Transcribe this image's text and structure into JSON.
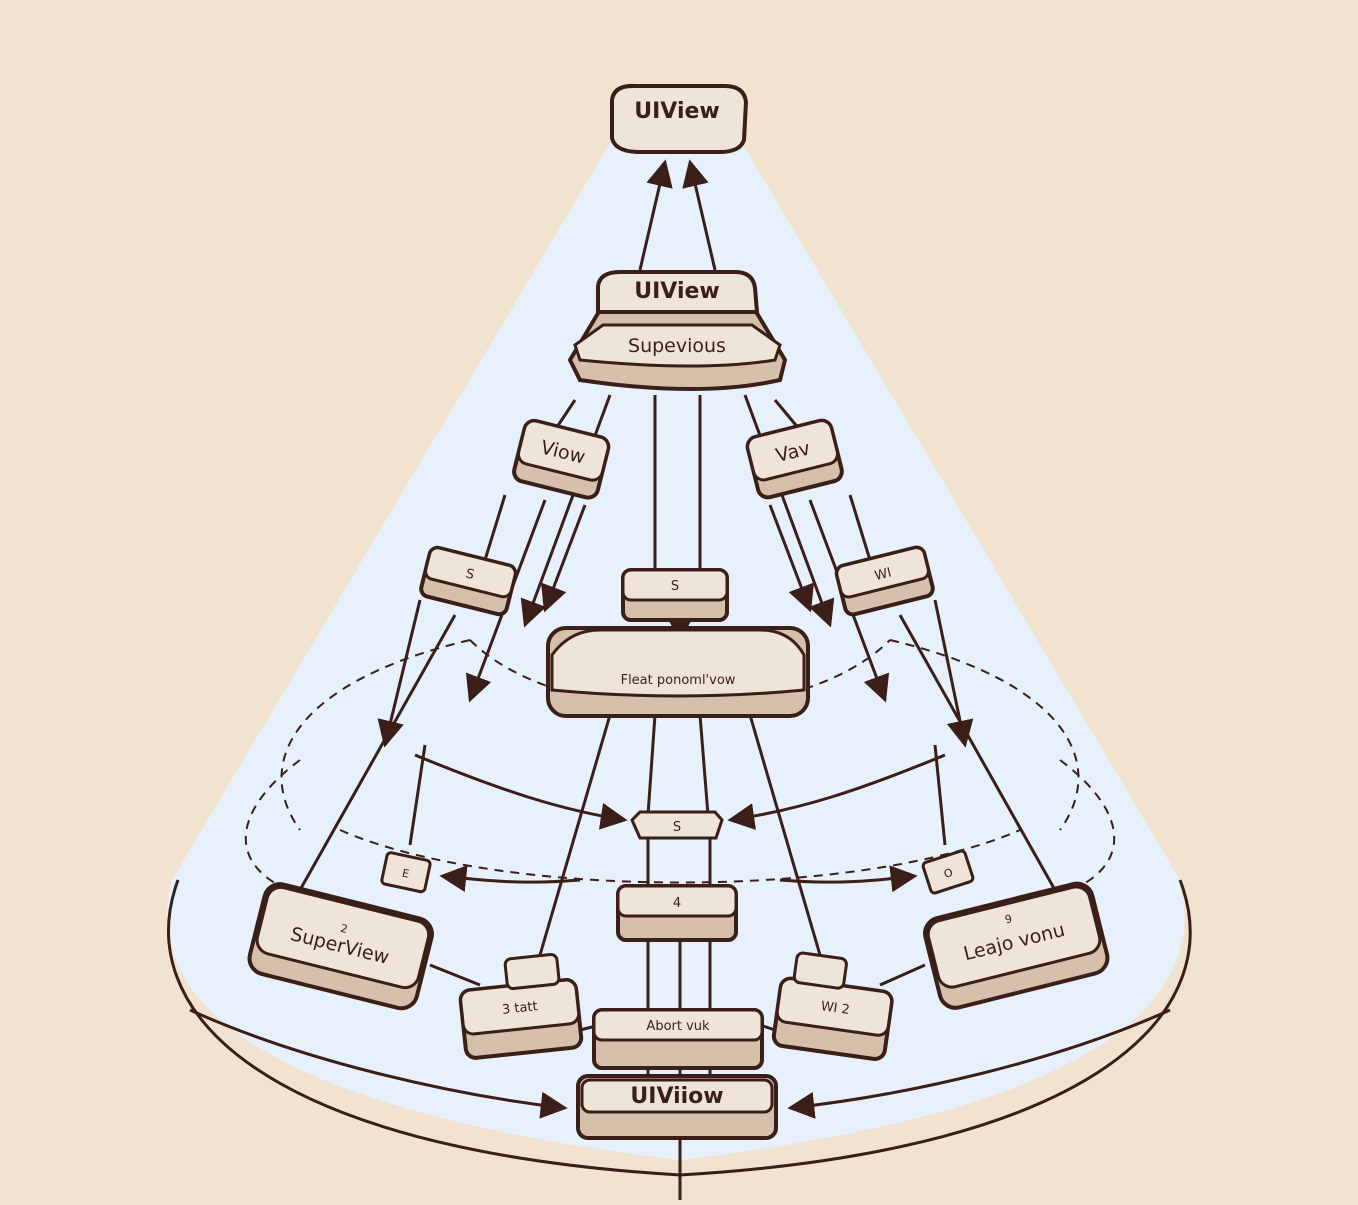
{
  "diagram": {
    "nodes": {
      "top": "UIView",
      "second": "UIView",
      "second_sub": "Supevious",
      "upper_left": "Viow",
      "upper_right": "Vav",
      "mid_left": "S",
      "mid_center": "S",
      "mid_right": "WI",
      "center_wide": "Fleat ponoml'vow",
      "lower_center_small": "S",
      "lower_left_small": "E",
      "lower_right_small": "O",
      "lower_center": "4",
      "bottom_left_big": "SuperView",
      "bottom_left_big_num": "2",
      "bottom_right_big": "Leajo vonu",
      "bottom_right_big_num": "9",
      "bottom_left_mid": "3 tatt",
      "bottom_right_mid": "WI 2",
      "bottom_center_upper": "Abort vuk",
      "bottom_center": "UIViiow"
    }
  },
  "colors": {
    "background": "#f2e3d0",
    "cone": "#e6f1fb",
    "outline": "#3b1e18",
    "box_face": "#efe4d8",
    "box_side": "#d5c0ac"
  }
}
